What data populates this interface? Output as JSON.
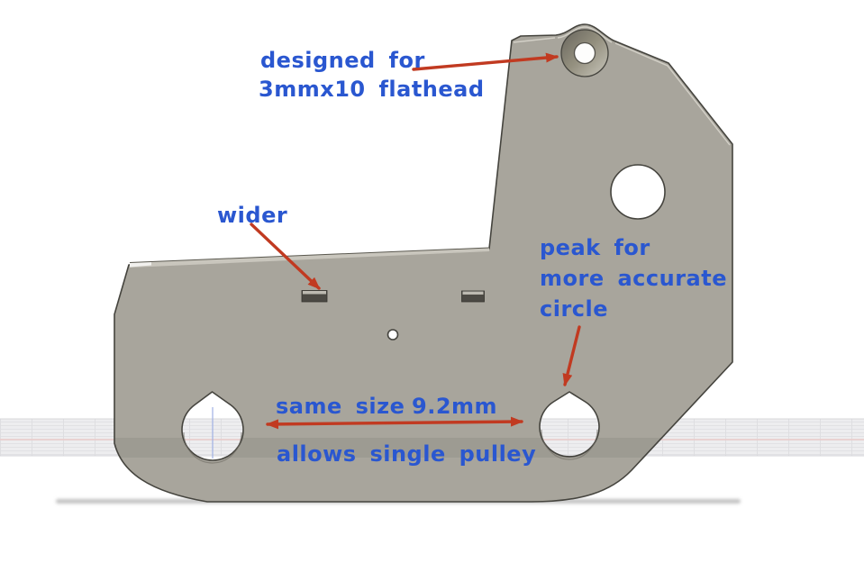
{
  "annotations": {
    "designed": {
      "line1": "designed for",
      "line2": "3mmx10 flathead"
    },
    "wider": {
      "label": "wider"
    },
    "peak": {
      "line1": "peak for",
      "line2": "more accurate",
      "line3": "circle"
    },
    "dimension": {
      "label": "same size",
      "value": "9.2mm"
    },
    "pulley": {
      "label": "allows single pulley"
    }
  },
  "colors": {
    "background": "#ffffff",
    "annotation_text": "#2a57d0",
    "arrow_red": "#c13a21",
    "part_fill": "#a8a59c",
    "part_outline": "#45443e",
    "bevel_highlight": "#d6d3ca",
    "countersink_dark": "#6b6860",
    "slot_dark": "#4c4a44",
    "grid_band": "#ededef",
    "construction_line": "#9fb1e4"
  }
}
